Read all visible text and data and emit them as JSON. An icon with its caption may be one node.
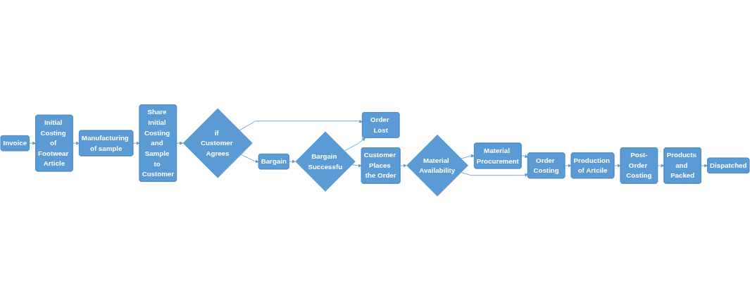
{
  "diagram": {
    "nodes": [
      {
        "text": [
          "Invoice"
        ]
      },
      {
        "text": [
          "Initial Costing of Footwear Article"
        ]
      },
      {
        "text": [
          "Manufacturing of sample"
        ]
      },
      {
        "text": [
          "Share Initial Costing and Sample to Customer"
        ]
      },
      {
        "text": [
          "if Customer Agrees"
        ]
      },
      {
        "text": [
          "Order Lost"
        ]
      },
      {
        "text": [
          "Material Procurement"
        ]
      },
      {
        "text": [
          "Material Availability"
        ]
      },
      {
        "text": [
          "Customer Places the Order"
        ]
      },
      {
        "text": [
          "Bargain Successfu"
        ]
      },
      {
        "text": [
          "Bargain"
        ]
      },
      {
        "text": [
          "Order Costing"
        ]
      },
      {
        "text": [
          "Production of Artcile"
        ]
      },
      {
        "text": [
          "Post-Order Costing"
        ]
      },
      {
        "text": [
          "Products and Packed"
        ]
      },
      {
        "text": [
          "Dispatched"
        ]
      }
    ],
    "edges": [
      {
        "from": 0,
        "to": 1,
        "arrow": "to"
      },
      {
        "from": 1,
        "to": 2,
        "arrow": "to"
      },
      {
        "from": 2,
        "to": 3,
        "arrow": "to"
      },
      {
        "from": 3,
        "to": 4,
        "arrow": "to"
      },
      {
        "from": 4,
        "to": 5,
        "arrow": "to"
      },
      {
        "from": 4,
        "to": 10,
        "arrow": "to"
      },
      {
        "from": 10,
        "to": 9,
        "arrow": "to"
      },
      {
        "from": 9,
        "to": 8,
        "arrow": "to"
      },
      {
        "from": 9,
        "to": 5,
        "arrow": "to"
      },
      {
        "from": 8,
        "to": 7,
        "arrow": "to"
      },
      {
        "from": 7,
        "to": 6,
        "arrow": "to"
      },
      {
        "from": 6,
        "to": 11,
        "arrow": "to"
      },
      {
        "from": 7,
        "to": 11,
        "arrow": "to"
      },
      {
        "from": 11,
        "to": 12,
        "arrow": "to"
      },
      {
        "from": 12,
        "to": 13,
        "arrow": "to"
      },
      {
        "from": 13,
        "to": 14,
        "arrow": "to"
      },
      {
        "from": 14,
        "to": 15,
        "arrow": "to"
      }
    ]
  }
}
